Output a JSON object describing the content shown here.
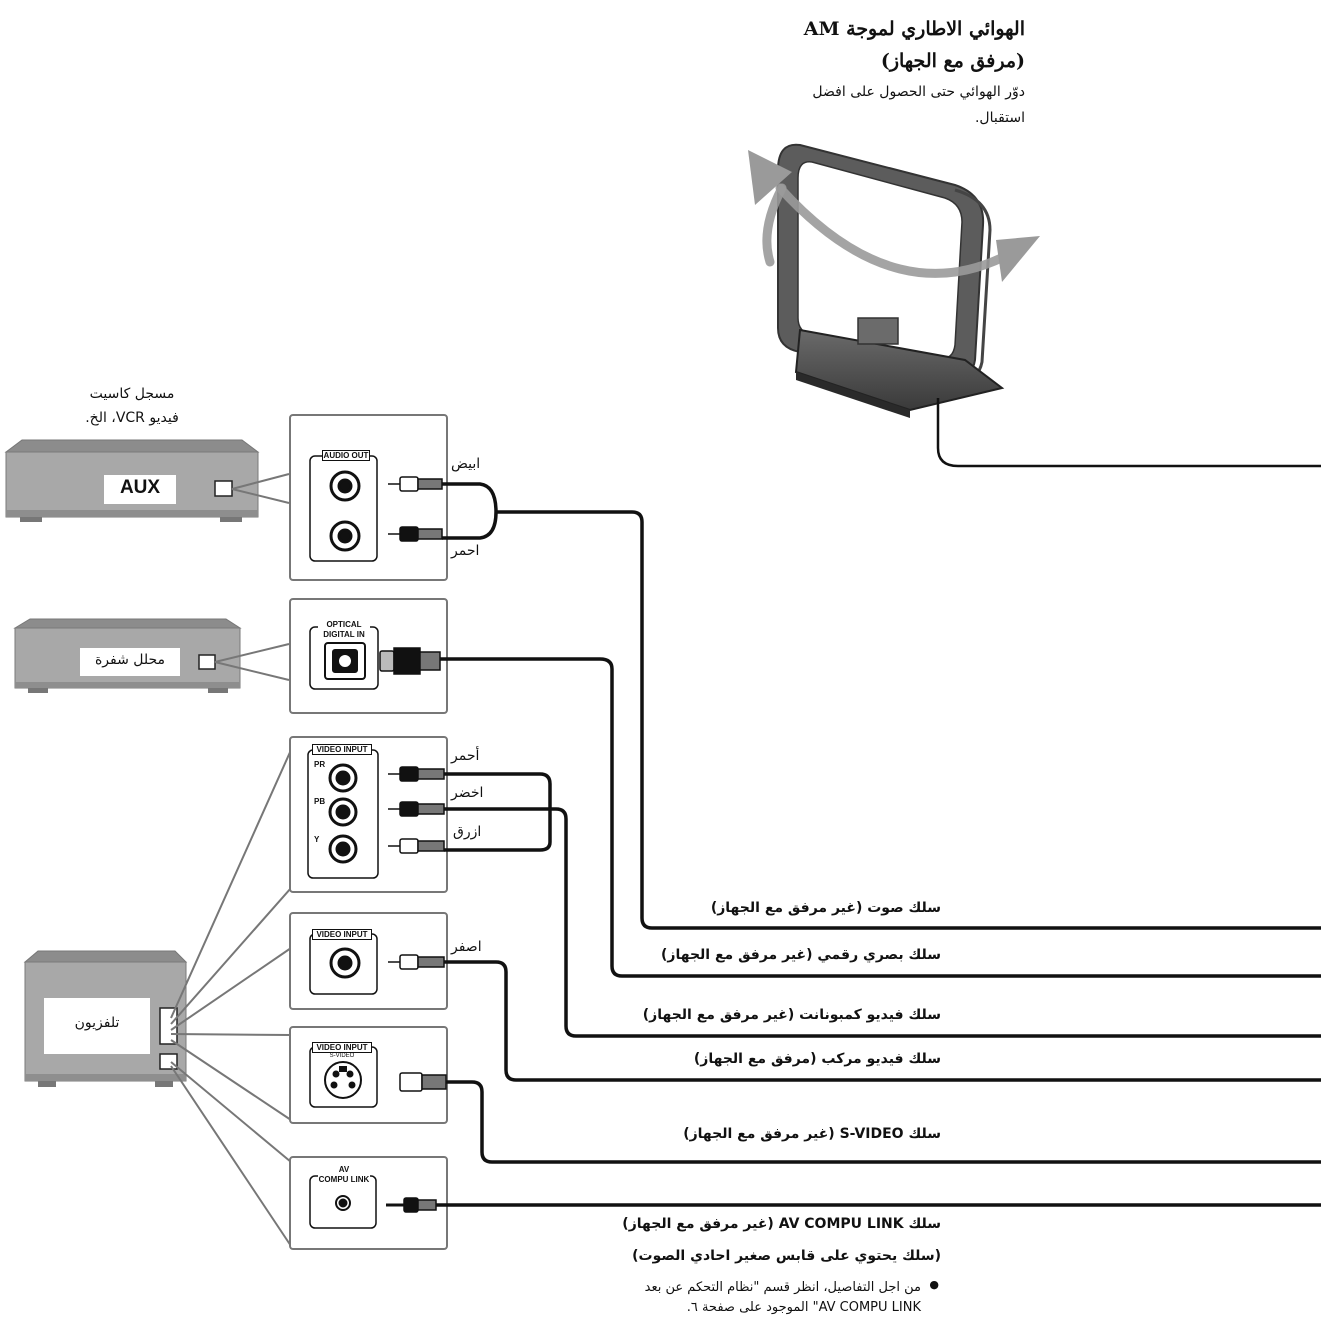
{
  "antenna": {
    "title": "الهوائي الاطاري لموجة AM",
    "subtitle": "(مرفق مع الجهاز)",
    "note_line1": "دوّر الهوائي حتى الحصول على افضل",
    "note_line2": "استقبال."
  },
  "devices": {
    "vcr_caption_line1": "مسجل كاسيت",
    "vcr_caption_line2": "فيديو VCR، الخ.",
    "vcr_badge": "AUX",
    "decoder_label": "محلل شفرة",
    "tv_label": "تلفزيون"
  },
  "panels": {
    "audio_out": "AUDIO OUT",
    "optical_line1": "OPTICAL",
    "optical_line2": "DIGITAL IN",
    "video_input": "VIDEO INPUT",
    "svideo_sub": "S-VIDEO",
    "av_line1": "AV",
    "av_line2": "COMPU LINK",
    "pr": "PR",
    "pb": "PB",
    "y": "Y"
  },
  "plug_colors": {
    "white": "ابيض",
    "red": "احمر",
    "red2": "أحمر",
    "green": "اخضر",
    "blue": "ازرق",
    "yellow": "اصفر"
  },
  "cables": {
    "audio": "سلك صوت (غير مرفق مع الجهاز)",
    "optical": "سلك بصري رقمي (غير مرفق مع الجهاز)",
    "component": "سلك فيديو كمبونانت (غير مرفق مع الجهاز)",
    "composite": "سلك فيديو مركب (مرفق مع الجهاز)",
    "svideo": "سلك S-VIDEO (غير مرفق مع الجهاز)",
    "av_compu": "سلك AV COMPU LINK (غير مرفق مع الجهاز)",
    "av_compu_note": "(سلك يحتوي على قابس صغير احادي الصوت)"
  },
  "footnote": {
    "line1": "من اجل التفاصيل، انظر قسم \"نظام التحكم عن بعد",
    "line2": "AV COMPU LINK\" الموجود على صفحة ٦."
  }
}
